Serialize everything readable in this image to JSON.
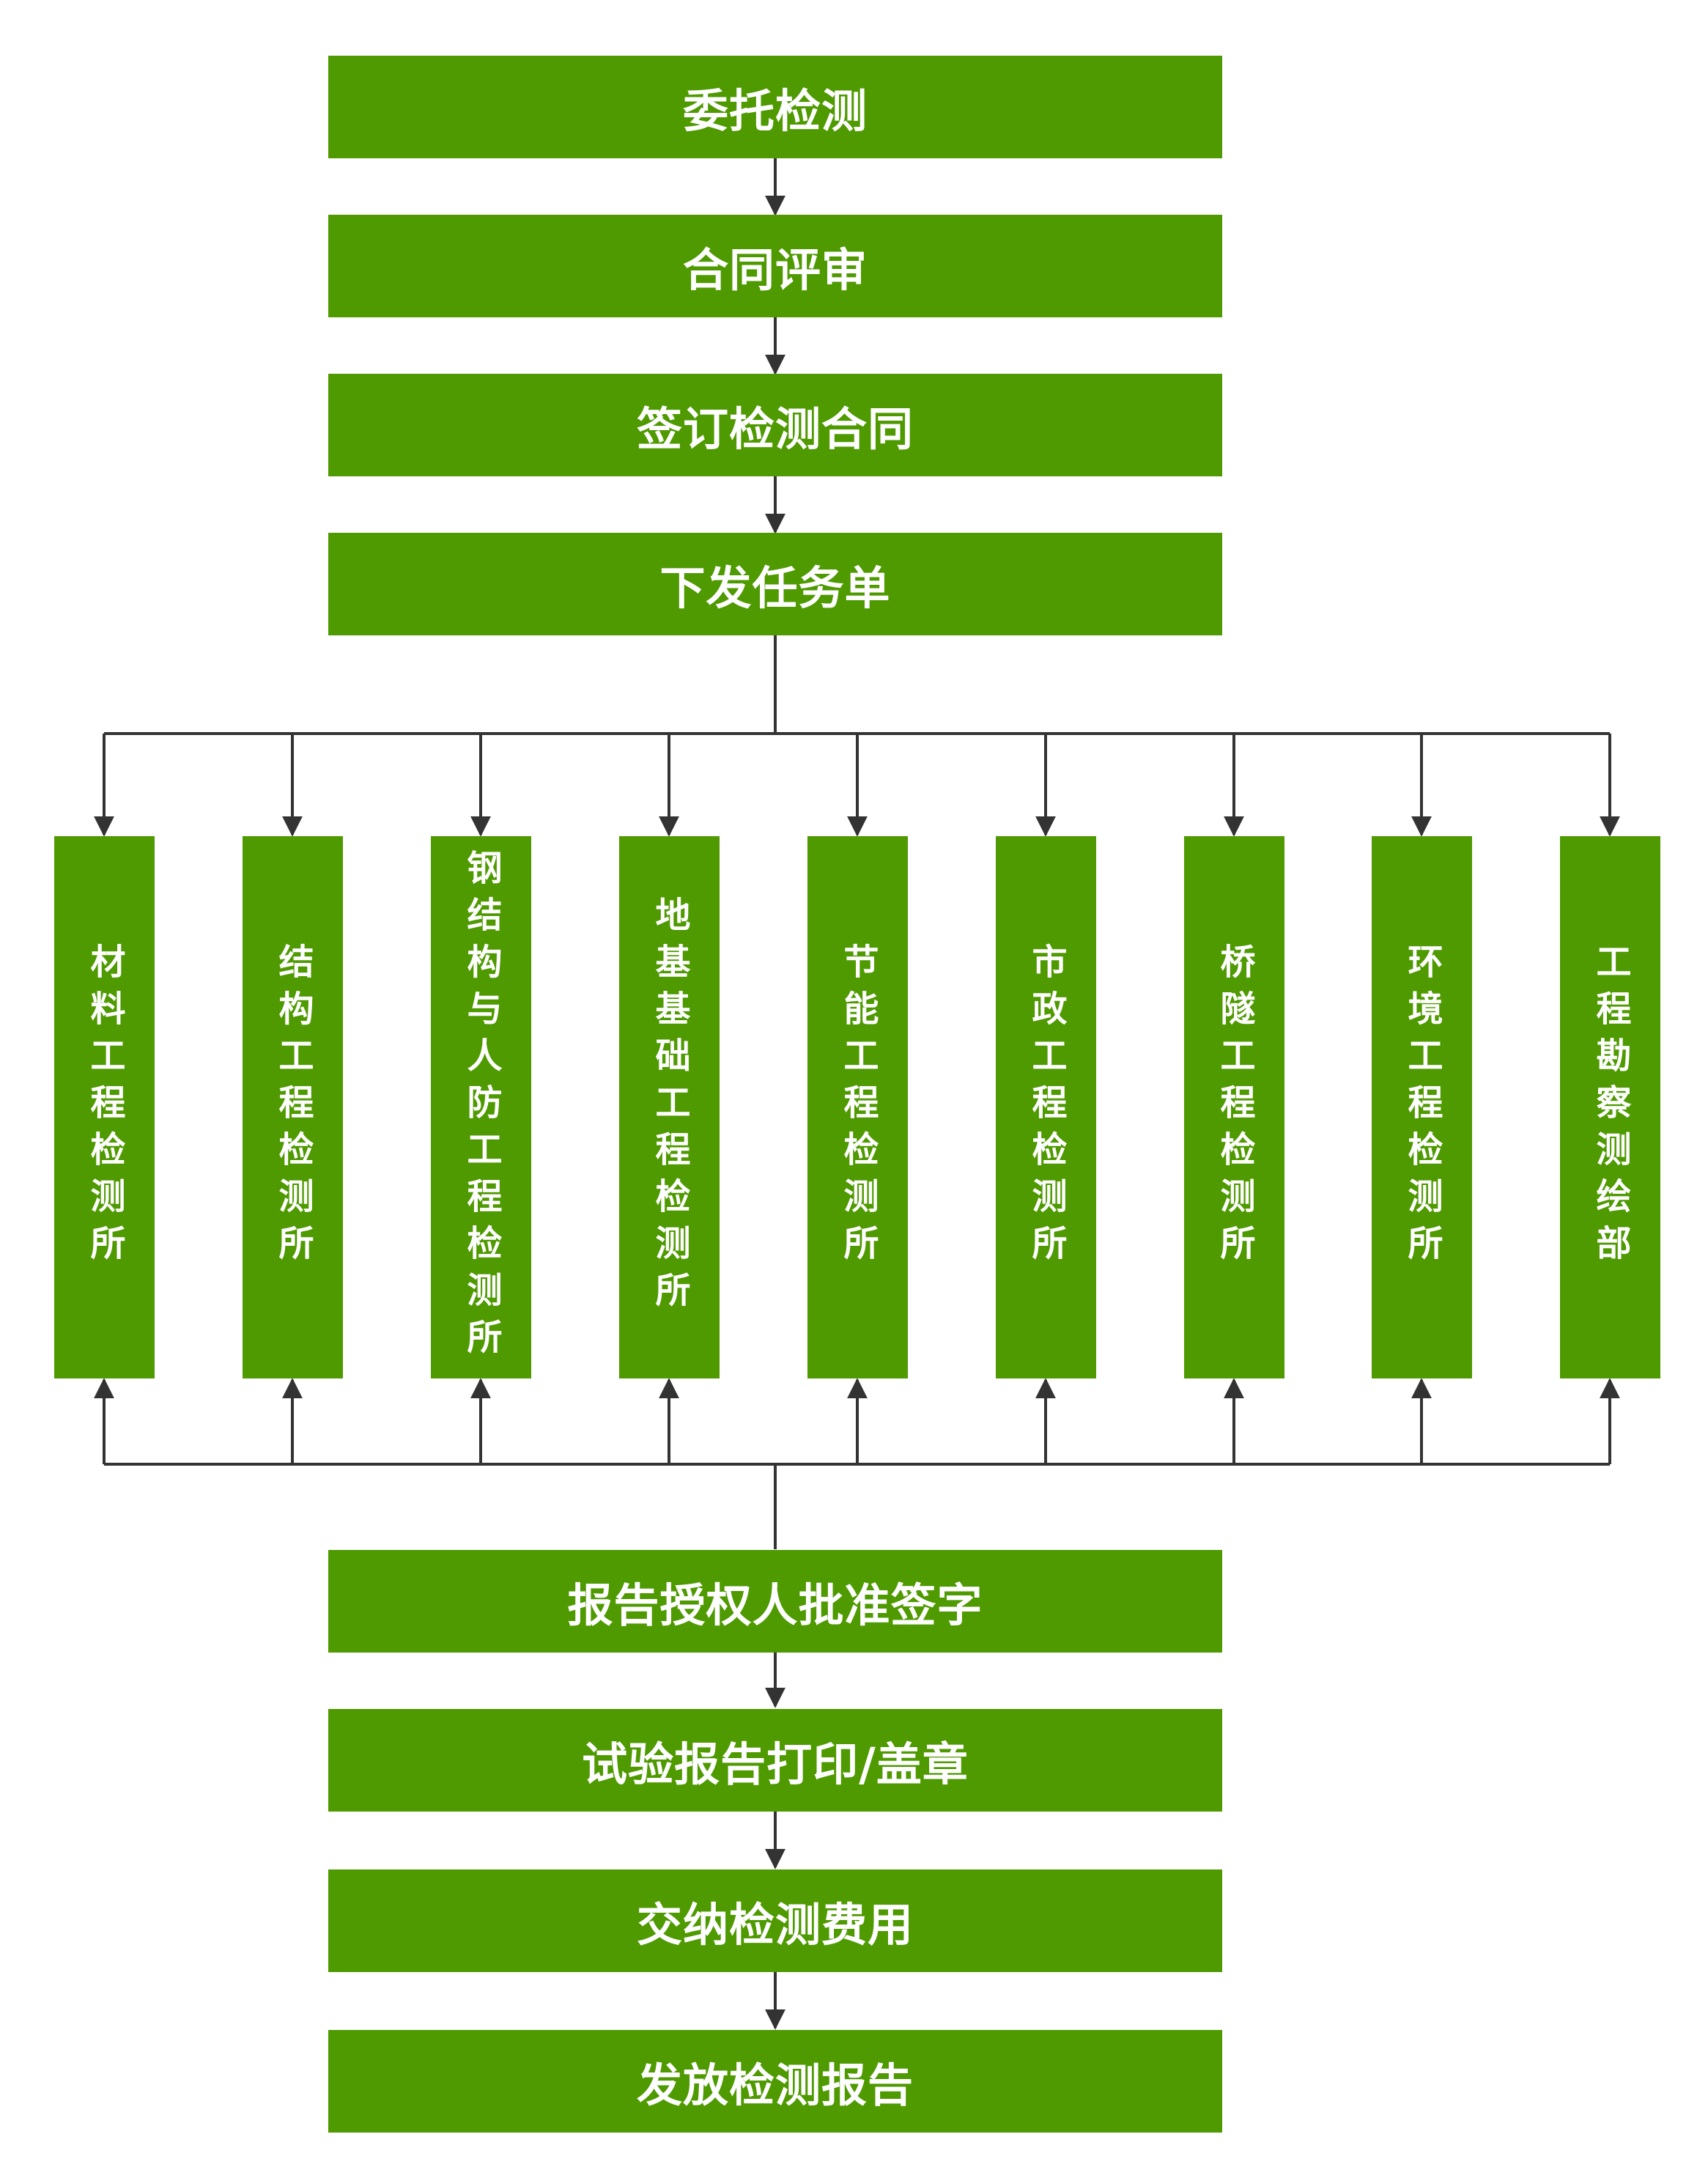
{
  "top_steps": [
    "委托检测",
    "合同评审",
    "签订检测合同",
    "下发任务单"
  ],
  "departments": [
    "材料工程检测所",
    "结构工程检测所",
    "钢结构与人防工程检测所",
    "地基基础工程检测所",
    "节能工程检测所",
    "市政工程检测所",
    "桥隧工程检测所",
    "环境工程检测所",
    "工程勘察测绘部"
  ],
  "bottom_steps": [
    "报告授权人批准签字",
    "试验报告打印/盖章",
    "交纳检测费用",
    "发放检测报告"
  ],
  "colors": {
    "box": "#4e9a00",
    "text": "#ffffff",
    "connector": "#333333"
  }
}
